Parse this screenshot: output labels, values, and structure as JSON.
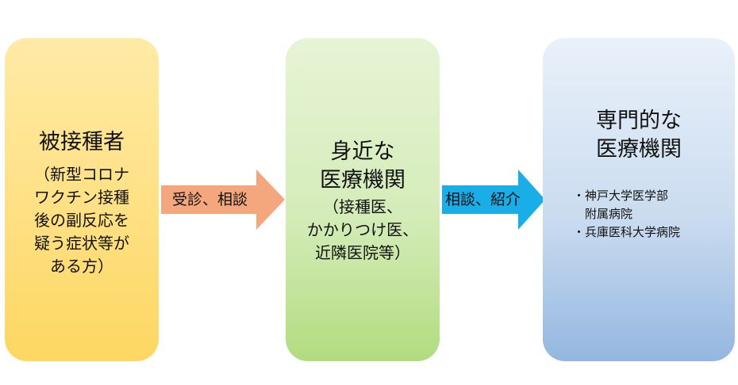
{
  "boxes": {
    "recipient": {
      "title": "被接種者",
      "subtitle": "（新型コロナ\nワクチン接種\n後の副反応を\n疑う症状等が\nある方）",
      "color": "#fdd762"
    },
    "local": {
      "title": "身近な\n医療機関",
      "subtitle": "（接種医、\nかかりつけ医、\n近隣医院等）",
      "color": "#b2dc80"
    },
    "specialist": {
      "title": "専門的な\n医療機関",
      "items": [
        "・神戸大学医学部\n　附属病院",
        "・兵庫医科大学病院"
      ],
      "color": "#94b7e0"
    }
  },
  "arrows": {
    "consult": {
      "label": "受診、相談",
      "color": "#f4a77d"
    },
    "referral": {
      "label": "相談、紹介",
      "color": "#1aaee8"
    }
  }
}
